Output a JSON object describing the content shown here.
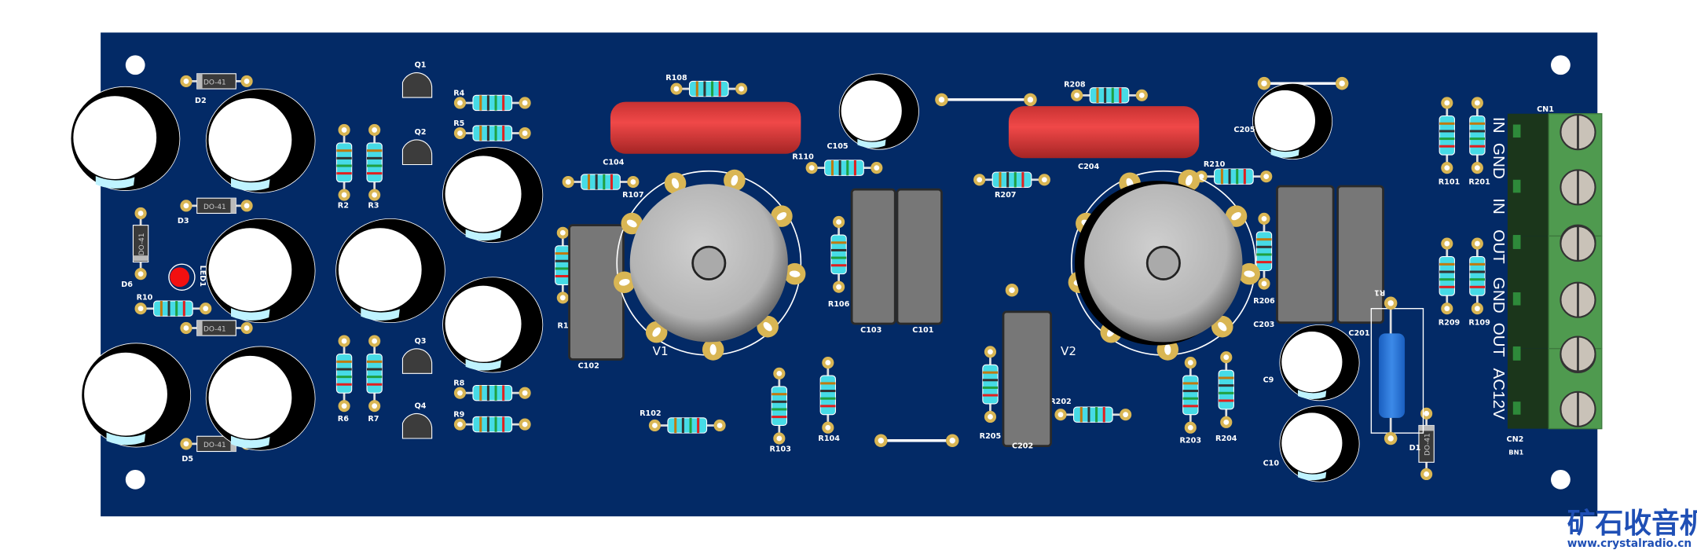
{
  "refs": {
    "Q1": "Q1",
    "Q2": "Q2",
    "Q3": "Q3",
    "Q4": "Q4",
    "D1": "D1",
    "D2": "D2",
    "D3": "D3",
    "D5": "D5",
    "D6": "D6",
    "LED1": "LED1",
    "R1": "R1",
    "R2": "R2",
    "R3": "R3",
    "R4": "R4",
    "R5": "R5",
    "R6": "R6",
    "R7": "R7",
    "R8": "R8",
    "R9": "R9",
    "R10": "R10",
    "R101": "R101",
    "R102": "R102",
    "R103": "R103",
    "R104": "R104",
    "R106": "R106",
    "R107": "R107",
    "R108": "R108",
    "R109": "R109",
    "R110": "R110",
    "R10x": "R10",
    "R201": "R201",
    "R202": "R202",
    "R203": "R203",
    "R204": "R204",
    "R205": "R205",
    "R206": "R206",
    "R207": "R207",
    "R208": "R208",
    "R209": "R209",
    "R210": "R210",
    "C9": "C9",
    "C10": "C10",
    "C101": "C101",
    "C102": "C102",
    "C103": "C103",
    "C104": "C104",
    "C105": "C105",
    "C201": "C201",
    "C202": "C202",
    "C203": "C203",
    "C204": "C204",
    "C205": "C205",
    "V1": "V1",
    "V2": "V2",
    "CN1": "CN1",
    "CN2": "CN2",
    "BN1": "BN1"
  },
  "diode_marking": "DO-41",
  "terminal_labels": [
    "IN",
    "GND",
    "IN",
    "OUT",
    "GND",
    "OUT",
    "AC12V"
  ],
  "logo": {
    "chinese": "矿石收音机",
    "url": "www.crystalradio.cn"
  },
  "colors": {
    "board": "#032a66",
    "pad": "#d9b654",
    "resistor": "#46dbe6",
    "film_cap": "#d83a3a",
    "terminal": "#4f9a4f",
    "logo": "#1f4fb5"
  }
}
